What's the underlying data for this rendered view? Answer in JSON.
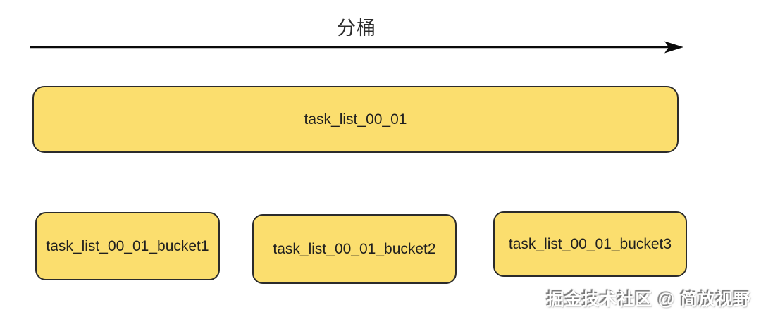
{
  "diagram": {
    "title": "分桶",
    "parent_node": {
      "label": "task_list_00_01"
    },
    "bucket_nodes": [
      {
        "label": "task_list_00_01_bucket1"
      },
      {
        "label": "task_list_00_01_bucket2"
      },
      {
        "label": "task_list_00_01_bucket3"
      }
    ],
    "watermark": "掘金技术社区 @ 简放视野",
    "colors": {
      "node_fill": "#FBDE6E",
      "node_border": "#2B2B2B",
      "node_text": "#1F1F1F",
      "arrow": "#0A0A0A",
      "title_text": "#2B2B2B",
      "background": "#FFFFFF"
    }
  }
}
